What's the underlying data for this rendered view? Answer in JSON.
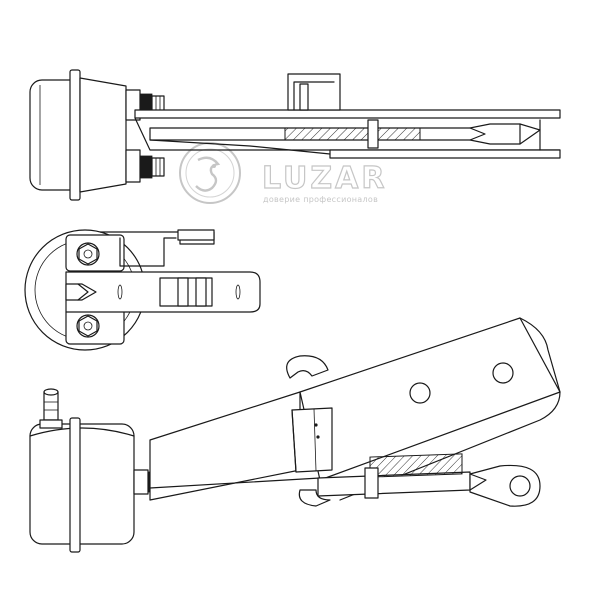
{
  "watermark": {
    "brand": "LUZAR",
    "tagline": "доверие профессионалов"
  },
  "views": [
    {
      "id": "top-view",
      "description_name": "actuator-top-view"
    },
    {
      "id": "end-view",
      "description_name": "actuator-end-view"
    },
    {
      "id": "iso-view",
      "description_name": "actuator-isometric-view"
    }
  ]
}
